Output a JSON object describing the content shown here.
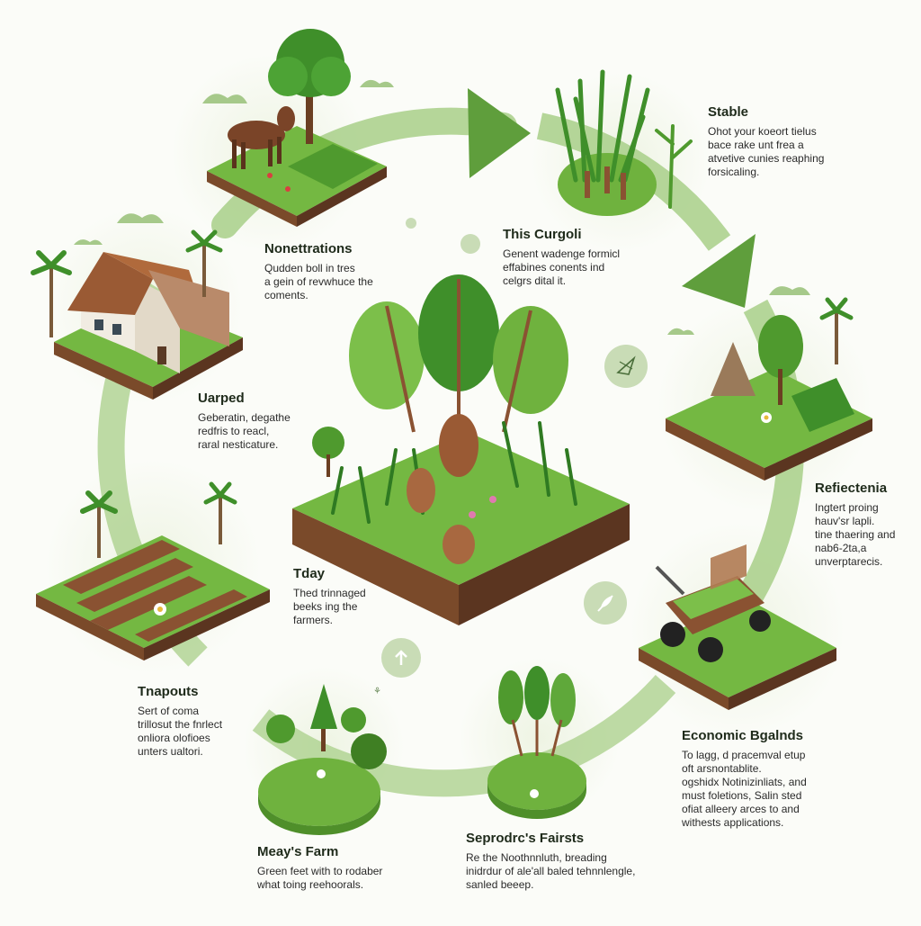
{
  "colors": {
    "ring": "#8fbf6a",
    "arrow": "#5f9e3c",
    "grass": "#74b842",
    "grass_dark": "#3f7f23",
    "soil": "#7a4a2a",
    "badge_bg": "#c9dcb6"
  },
  "labels": [
    {
      "id": "nonettrations",
      "title": "Nonettrations",
      "desc": "Qudden boll in tres\na gein of revwhuce the\ncoments."
    },
    {
      "id": "this-curgoli",
      "title": "This Curgoli",
      "desc": "Genent wadenge formicl\neffabines conents ind\ncelgrs dital it."
    },
    {
      "id": "stable",
      "title": "Stable",
      "desc": "Ohot your koeort tielus\nbace rake unt frea a\natvetive cunies reaphing\nforsicaling."
    },
    {
      "id": "uarped",
      "title": "Uarped",
      "desc": "Geberatin, degathe\nredfris to reacl,\nraral nesticature."
    },
    {
      "id": "refiectenia",
      "title": "Refiectenia",
      "desc": "Ingtert proing\nhauv'sr lapli.\ntine thaering and\nnab6-2ta,a\nunverptarecis."
    },
    {
      "id": "tday",
      "title": "Tday",
      "desc": "Thed trinnaged\nbeeks ing the\nfarmers."
    },
    {
      "id": "tnapouts",
      "title": "Tnapouts",
      "desc": "Sert of coma\ntrillosut the fnrlect\nonliora olofioes\nunters ualtori."
    },
    {
      "id": "economic-bgalnds",
      "title": "Economic Bgalnds",
      "desc": "To lagg, d pracemval etup\noft arsnontablite.\nogshidx Notinizinliats, and\nmust foletions, Salin sted\nofiat alleery arces to and\nwithests applications."
    },
    {
      "id": "meays-farm",
      "title": "Meay's Farm",
      "desc": "Green feet with to rodaber\nwhat toing reehoorals."
    },
    {
      "id": "seprodrcs-fairsts",
      "title": "Seprodrc's Fairsts",
      "desc": "Re the Noothnnluth, breading\ninidrdur of ale'all baled tehnnlengle,\nsanled beeep."
    }
  ]
}
